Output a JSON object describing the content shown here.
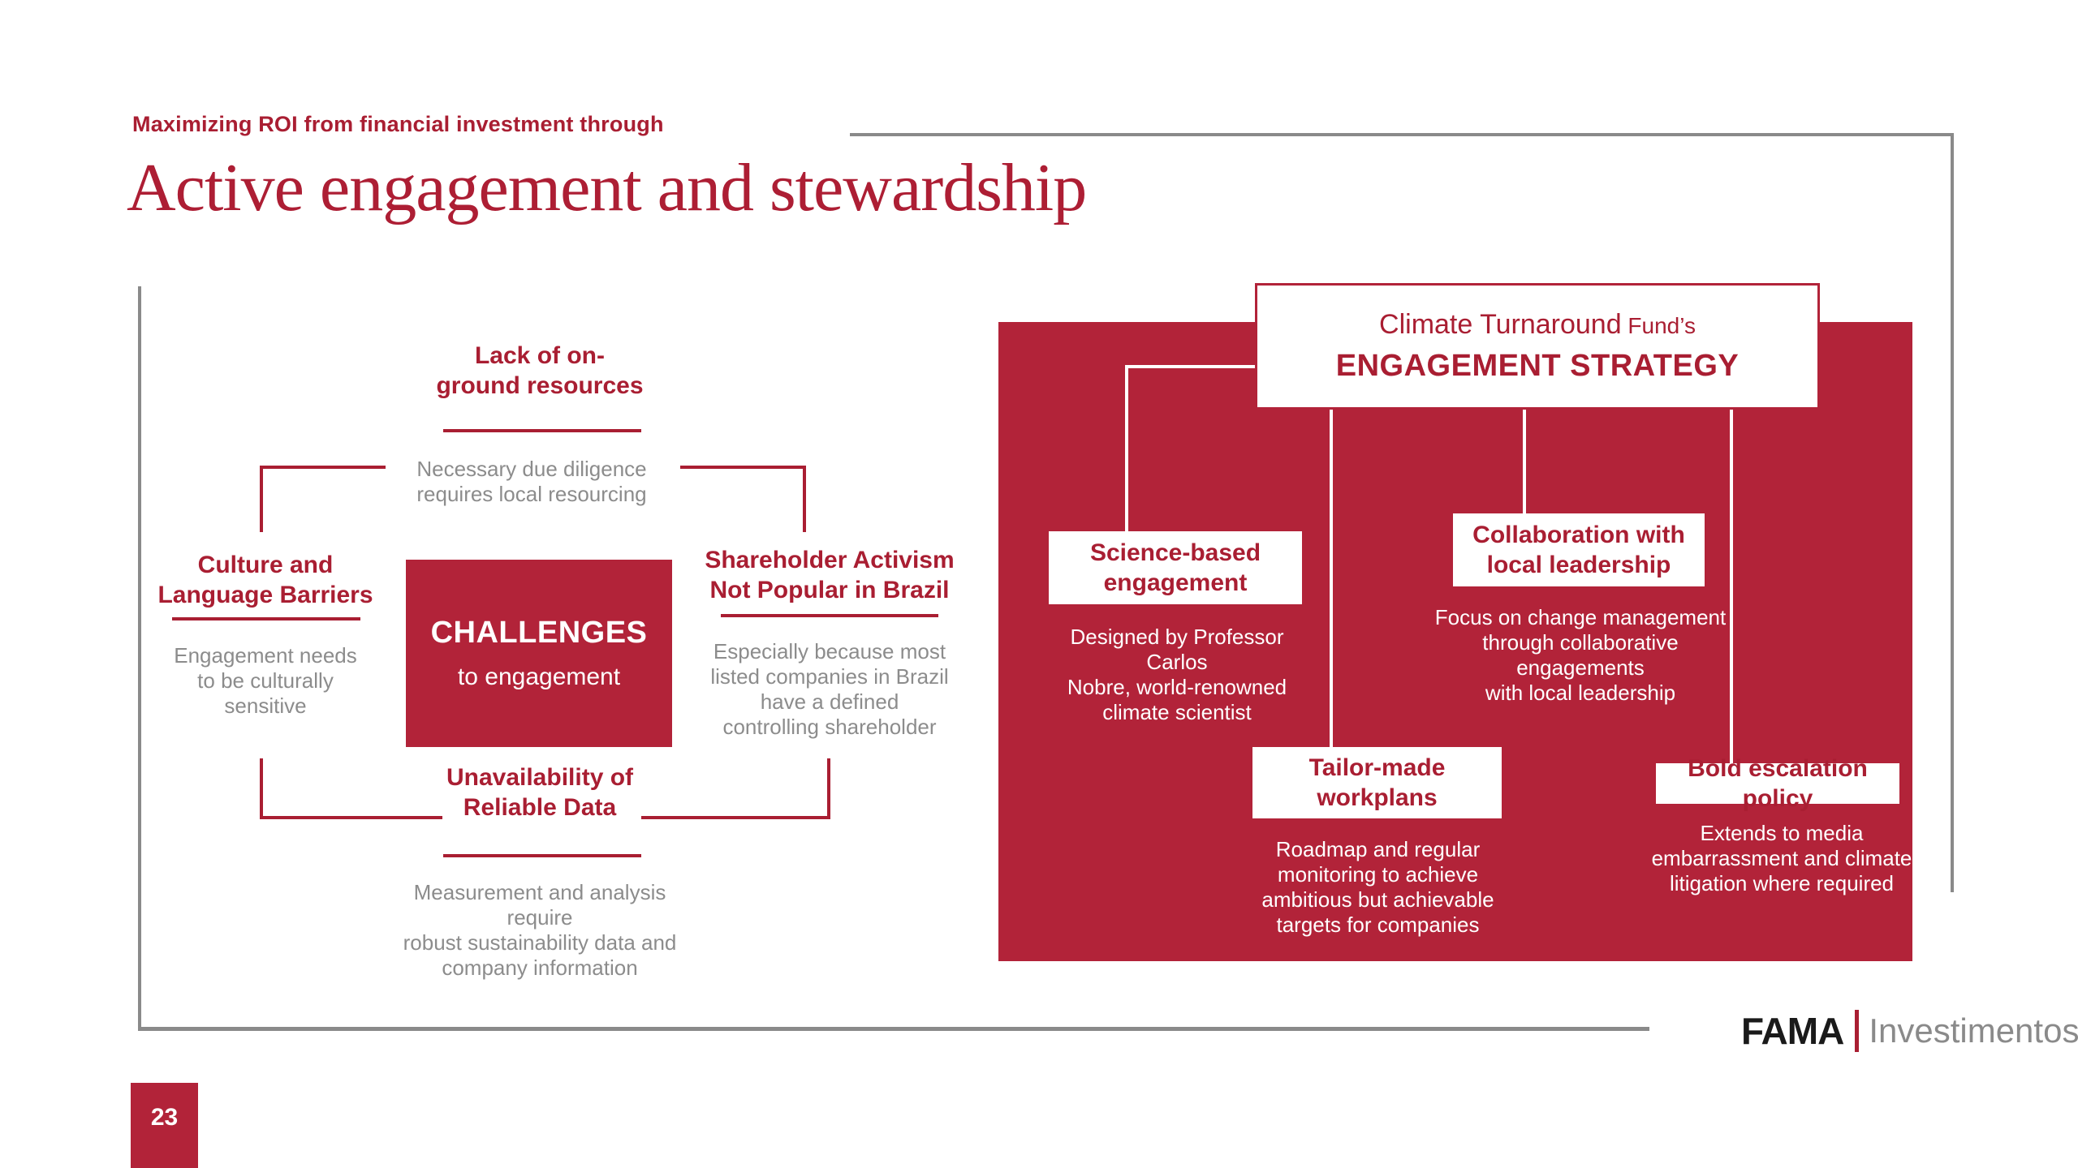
{
  "slide": {
    "eyebrow": "Maximizing ROI from financial investment through",
    "title": "Active engagement and stewardship",
    "page_number": "23"
  },
  "logo": {
    "brand": "FAMA",
    "suffix": "Investimentos"
  },
  "colors": {
    "brand_red": "#a91e32",
    "panel_red": "#b22339",
    "gray_text": "#8c8c8c",
    "frame_gray": "#8a8a8a"
  },
  "challenges": {
    "center_title": "CHALLENGES",
    "center_subtitle": "to engagement",
    "items": [
      {
        "title": "Lack of on-\nground resources",
        "desc": "Necessary due diligence\nrequires local resourcing"
      },
      {
        "title": "Culture and\nLanguage Barriers",
        "desc": "Engagement needs\nto be culturally\nsensitive"
      },
      {
        "title": "Shareholder Activism\nNot Popular in Brazil",
        "desc": "Especially because most\nlisted companies in Brazil\nhave a defined\ncontrolling shareholder"
      },
      {
        "title": "Unavailability of\nReliable Data",
        "desc": "Measurement and analysis require\nrobust sustainability data and\ncompany information"
      }
    ]
  },
  "strategy": {
    "header_main": "Climate Turnaround",
    "header_suffix": " Fund’s",
    "header_line2": "ENGAGEMENT STRATEGY",
    "items": [
      {
        "title": "Science-based\nengagement",
        "desc": "Designed by Professor Carlos\nNobre, world-renowned\nclimate scientist"
      },
      {
        "title": "Collaboration with\nlocal leadership",
        "desc": "Focus on change management\nthrough collaborative engagements\nwith local leadership"
      },
      {
        "title": "Tailor-made\nworkplans",
        "desc": "Roadmap and regular\nmonitoring to achieve\nambitious but achievable\ntargets for companies"
      },
      {
        "title": "Bold escalation policy",
        "desc": "Extends to media\nembarrassment and climate\nlitigation where required"
      }
    ]
  }
}
